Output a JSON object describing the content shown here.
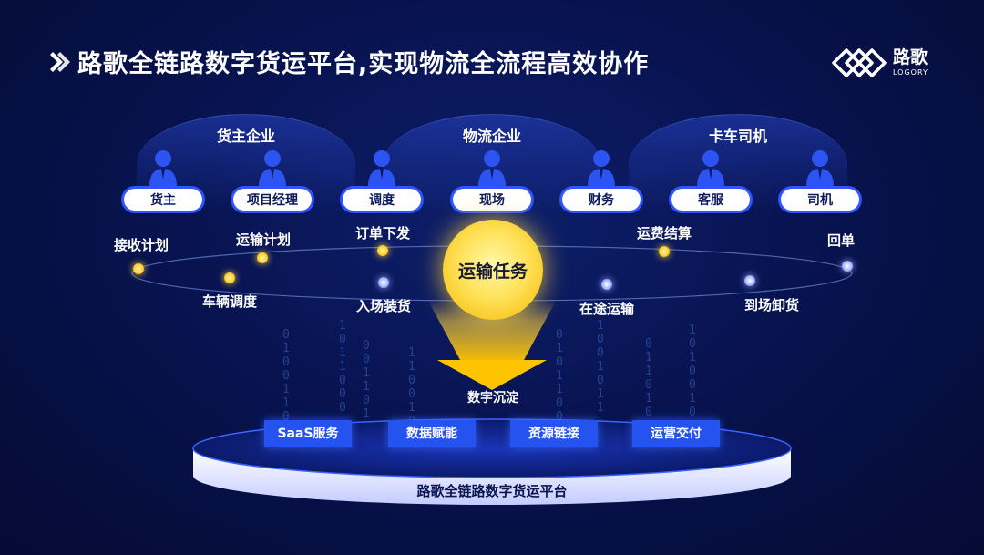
{
  "header": {
    "title": "路歌全链路数字货运平台,实现物流全流程高效协作"
  },
  "logo": {
    "name_cn": "路歌",
    "name_en": "LOGORY"
  },
  "groups": [
    {
      "label": "货主企业"
    },
    {
      "label": "物流企业"
    },
    {
      "label": "卡车司机"
    }
  ],
  "roles": [
    {
      "label": "货主"
    },
    {
      "label": "项目经理"
    },
    {
      "label": "调度"
    },
    {
      "label": "现场"
    },
    {
      "label": "财务"
    },
    {
      "label": "客服"
    },
    {
      "label": "司机"
    }
  ],
  "upper_steps": [
    {
      "label": "接收计划"
    },
    {
      "label": "运输计划"
    },
    {
      "label": "订单下发"
    },
    {
      "label": "运费结算"
    },
    {
      "label": "回单"
    }
  ],
  "lower_steps": [
    {
      "label": "车辆调度"
    },
    {
      "label": "入场装货"
    },
    {
      "label": "在途运输"
    },
    {
      "label": "到场卸货"
    }
  ],
  "center": {
    "label": "运输任务",
    "deposit_label": "数字沉淀"
  },
  "services": [
    {
      "label": "SaaS服务"
    },
    {
      "label": "数据赋能"
    },
    {
      "label": "资源链接"
    },
    {
      "label": "运营交付"
    }
  ],
  "platform": {
    "label": "路歌全链路数字货运平台"
  },
  "colors": {
    "background": "#081350",
    "accent_blue": "#2453f0",
    "gold": "#ffd43b"
  }
}
